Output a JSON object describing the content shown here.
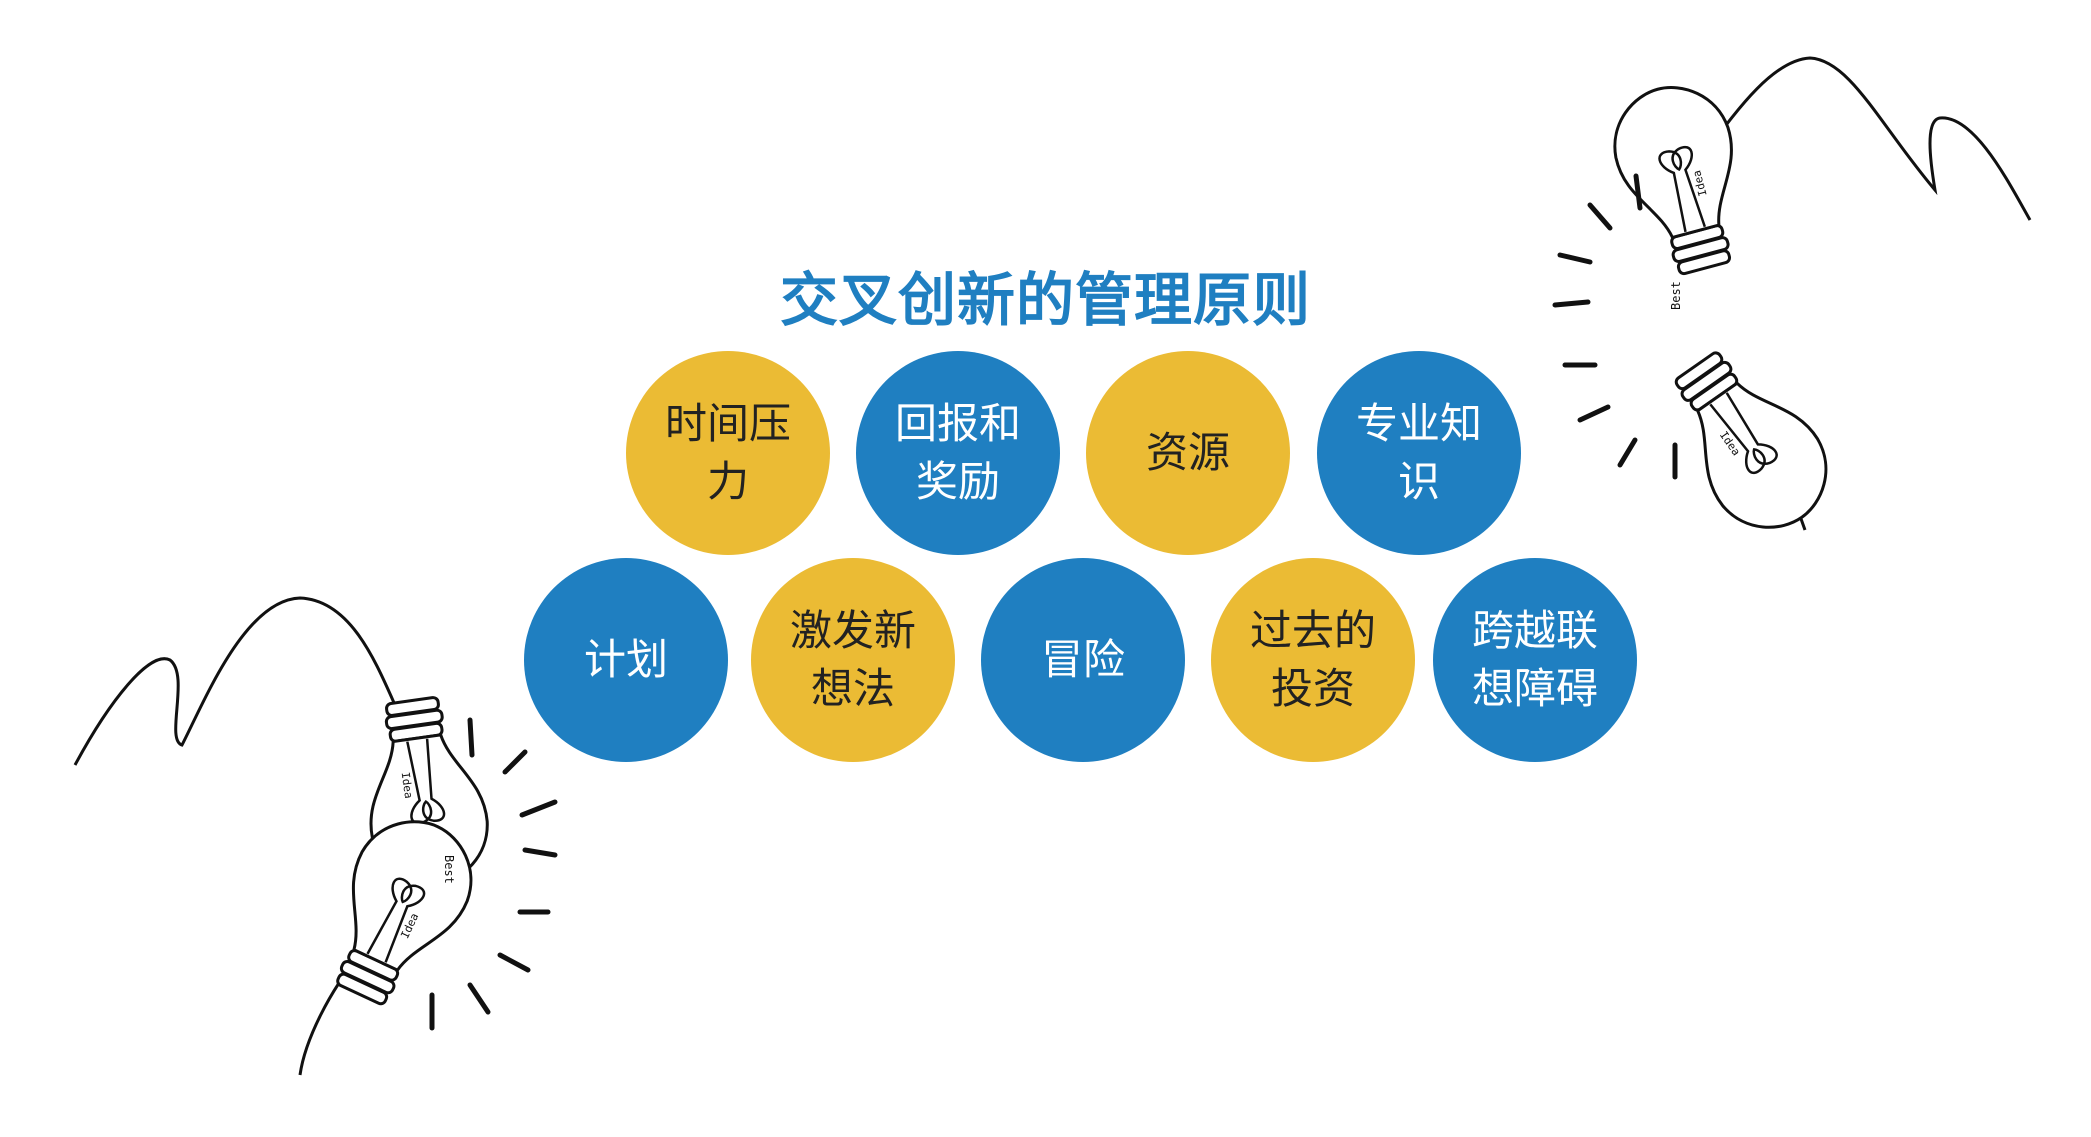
{
  "title": "交叉创新的管理原则",
  "bubbles": [
    {
      "label": "时间压力",
      "color": "yellow"
    },
    {
      "label": "回报和奖励",
      "color": "blue"
    },
    {
      "label": "资源",
      "color": "yellow"
    },
    {
      "label": "专业知识",
      "color": "blue"
    },
    {
      "label": "计划",
      "color": "blue"
    },
    {
      "label": "激发新想法",
      "color": "yellow"
    },
    {
      "label": "冒险",
      "color": "blue"
    },
    {
      "label": "过去的投资",
      "color": "yellow"
    },
    {
      "label": "跨越联想障碍",
      "color": "blue"
    }
  ],
  "bulb_text": {
    "idea": "Idea",
    "best": "Best"
  },
  "colors": {
    "yellow": "#ebbb34",
    "blue": "#1f7fc1",
    "title": "#1f7fc1",
    "line": "#111111"
  }
}
